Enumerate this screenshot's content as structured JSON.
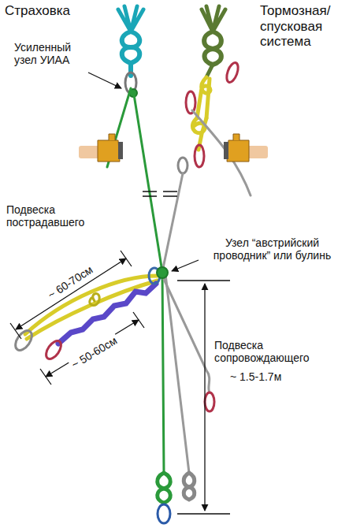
{
  "diagram": {
    "labels": [
      "Страховка",
      "Тормозная/ спусковая система",
      "Усиленный узел УИАА",
      "Подвеска пострадавшего",
      "Узел “австрийский проводник” или булинь",
      "~ 60-70см",
      "~ 50-60см",
      "Подвеска сопровождающего",
      "~ 1.5-1.7м"
    ]
  }
}
